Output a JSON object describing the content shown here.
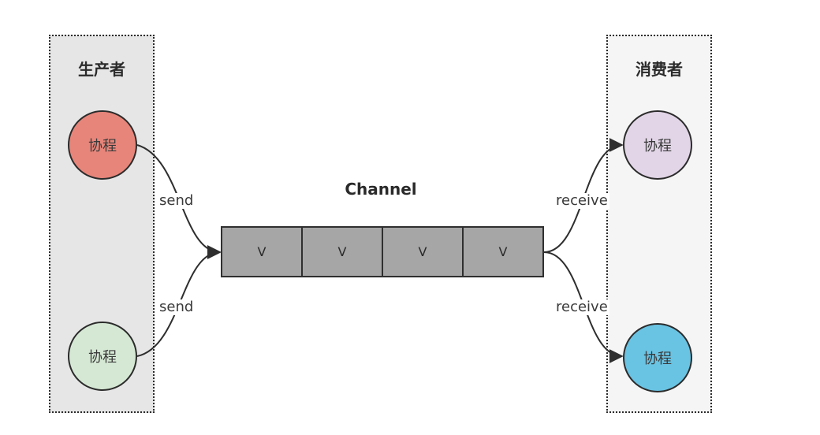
{
  "producer": {
    "title": "生产者",
    "nodes": [
      {
        "label": "协程",
        "fill": "#e7857a"
      },
      {
        "label": "协程",
        "fill": "#d5e8d4"
      }
    ]
  },
  "consumer": {
    "title": "消费者",
    "nodes": [
      {
        "label": "协程",
        "fill": "#e1d5e7"
      },
      {
        "label": "协程",
        "fill": "#69c3e3"
      }
    ]
  },
  "channel": {
    "title": "Channel",
    "cells": [
      "V",
      "V",
      "V",
      "V"
    ]
  },
  "edges": {
    "send_top": "send",
    "send_bottom": "send",
    "receive_top": "receive",
    "receive_bottom": "receive"
  }
}
